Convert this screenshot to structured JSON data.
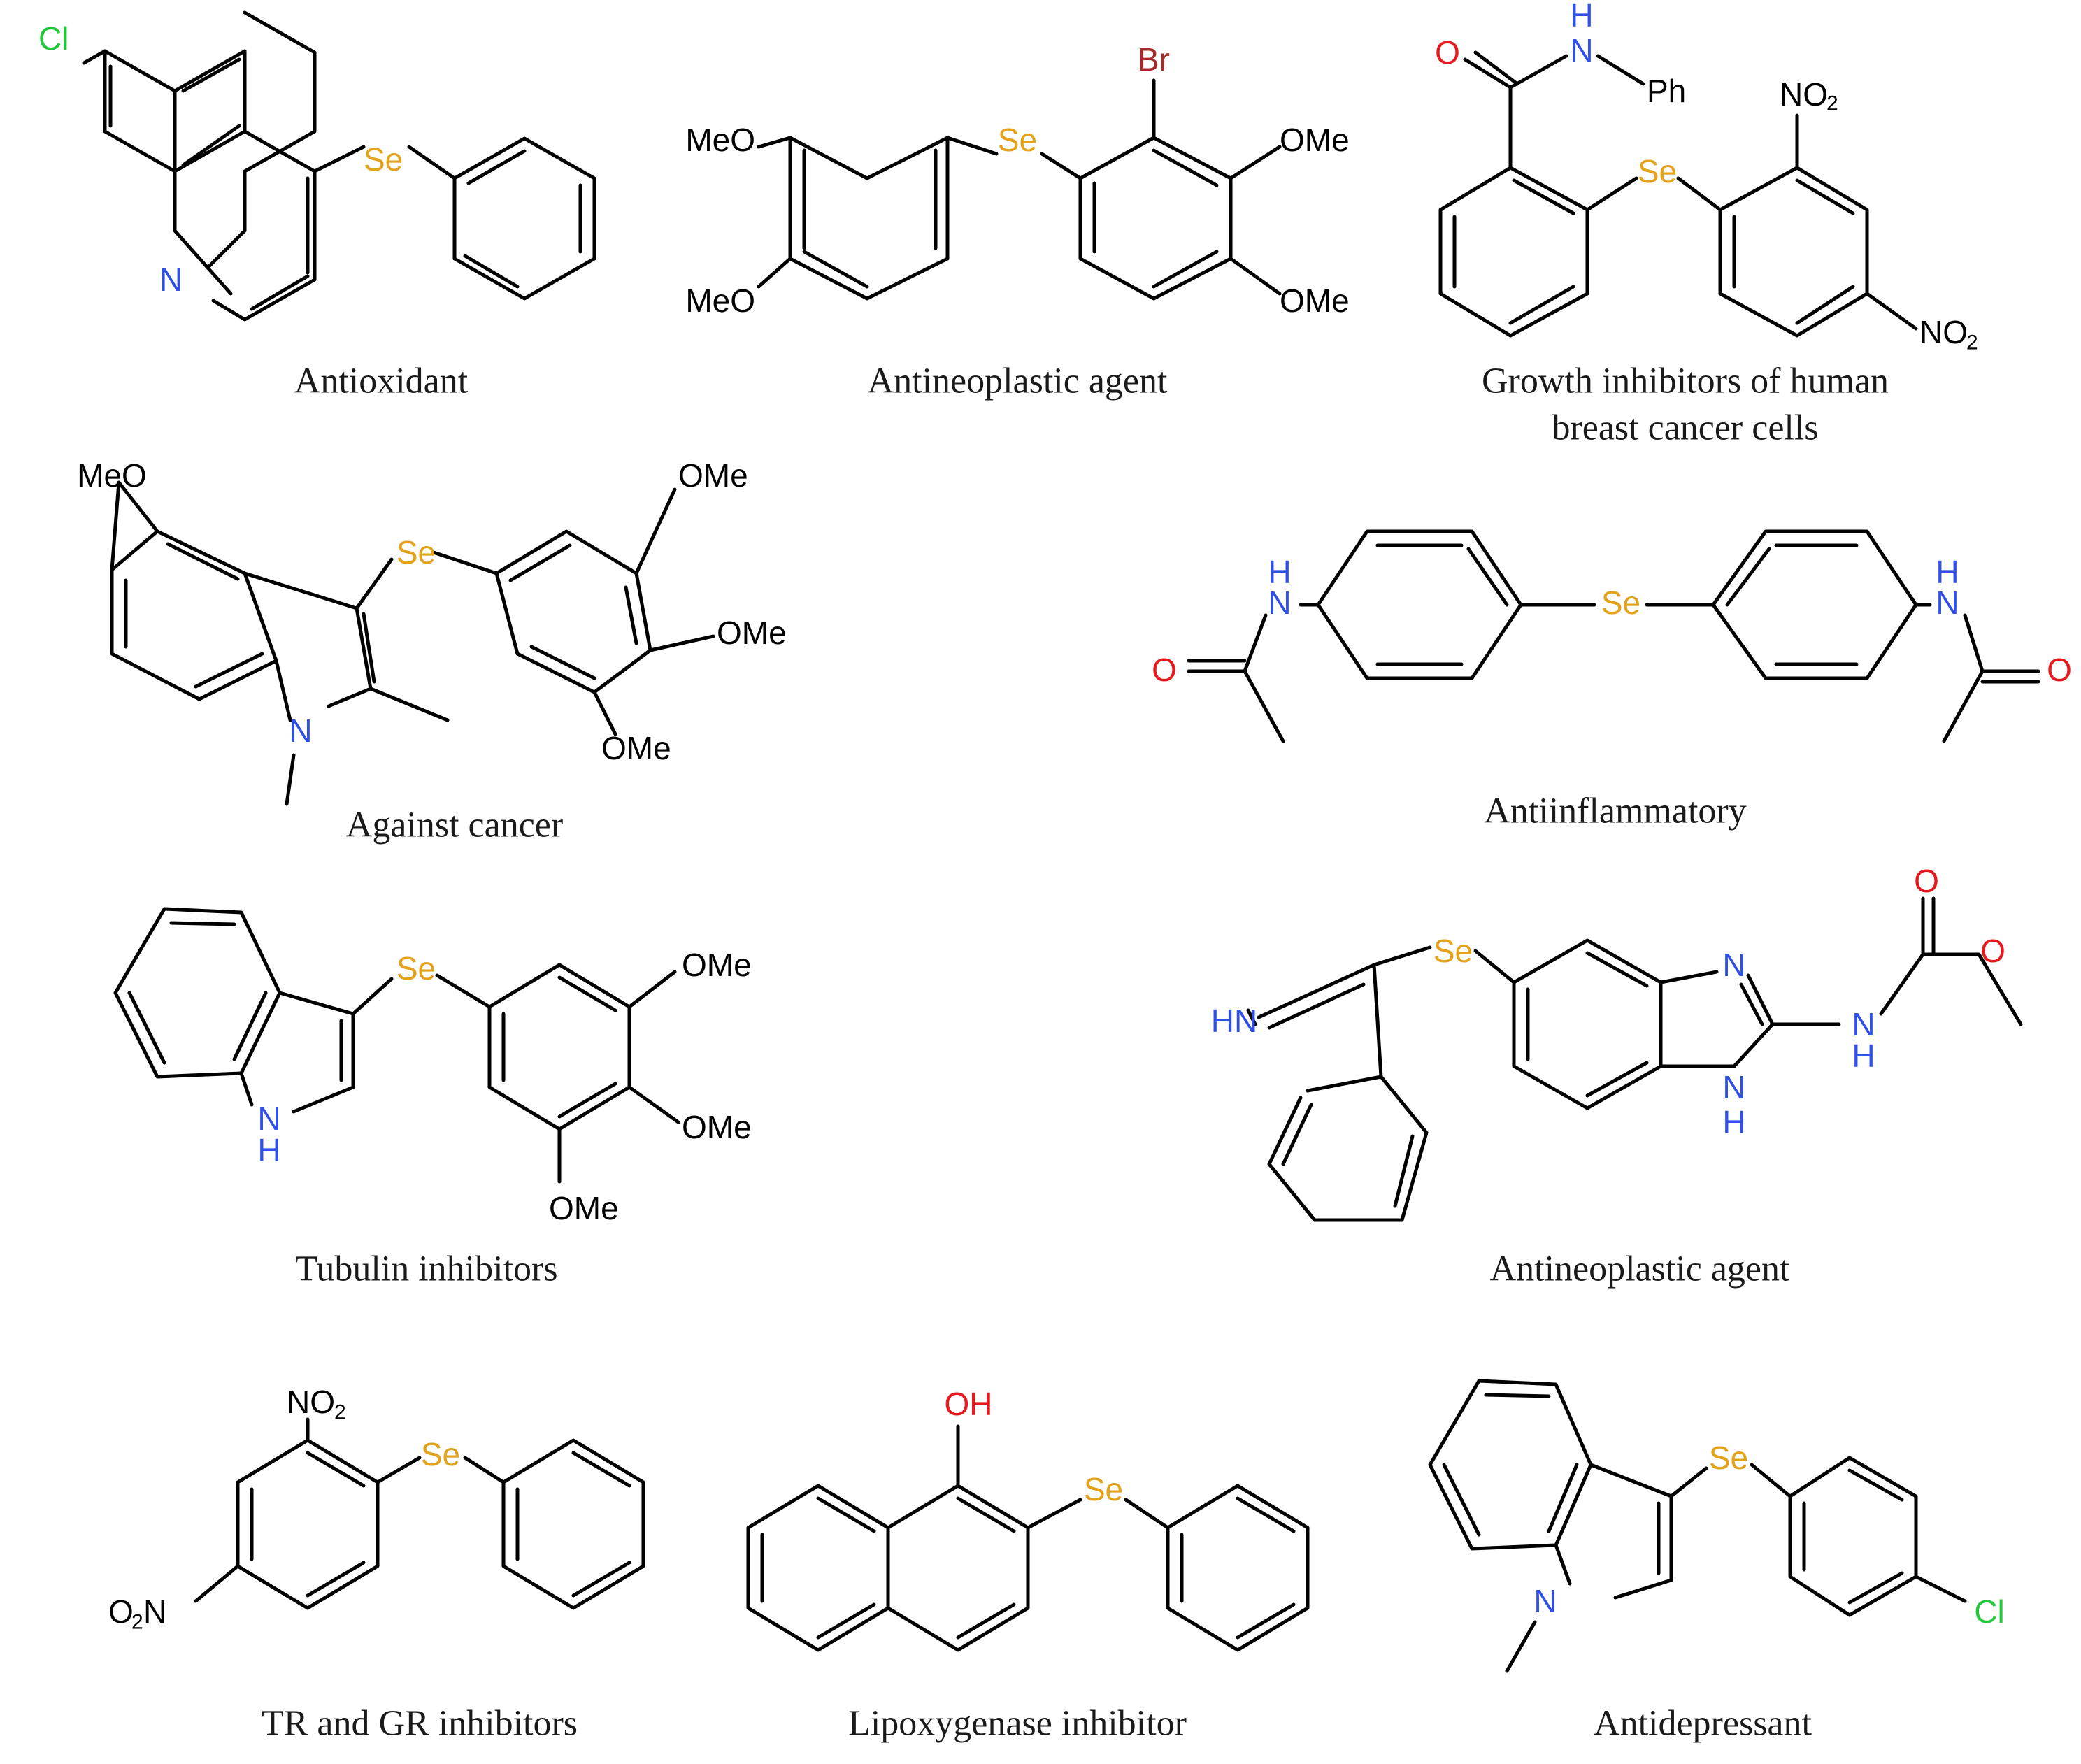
{
  "figure": {
    "colors": {
      "bond": "#000000",
      "selenium": "#E3A21A",
      "nitrogen": "#2F4FE6",
      "oxygen": "#E6191E",
      "chlorine": "#22C83A",
      "bromine": "#A52A2A",
      "carbon_label": "#000000"
    },
    "compounds": [
      {
        "id": "c1",
        "caption": "Antioxidant",
        "labels": {
          "cl": "Cl",
          "se": "Se",
          "n": "N"
        }
      },
      {
        "id": "c2",
        "caption": "Antineoplastic agent",
        "labels": {
          "br": "Br",
          "se": "Se",
          "ome1": "MeO",
          "ome2": "MeO",
          "ome3": "OMe",
          "ome4": "OMe"
        }
      },
      {
        "id": "c3",
        "caption_line1": "Growth inhibitors of human",
        "caption_line2": "breast cancer cells",
        "labels": {
          "o": "O",
          "h": "H",
          "n": "N",
          "ph": "Ph",
          "se": "Se",
          "no2a": "NO",
          "no2b": "NO",
          "sub2": "2"
        }
      },
      {
        "id": "c4",
        "caption": "Against cancer",
        "labels": {
          "meo": "MeO",
          "se": "Se",
          "ome1": "OMe",
          "ome2": "OMe",
          "ome3": "OMe",
          "n": "N"
        }
      },
      {
        "id": "c5",
        "caption": "Antiinflammatory",
        "labels": {
          "h": "H",
          "n": "N",
          "o": "O",
          "se": "Se"
        }
      },
      {
        "id": "c6",
        "caption": "Tubulin inhibitors",
        "labels": {
          "se": "Se",
          "ome1": "OMe",
          "ome2": "OMe",
          "ome3": "OMe",
          "n": "N",
          "h": "H"
        }
      },
      {
        "id": "c7",
        "caption": "Antineoplastic agent",
        "labels": {
          "se": "Se",
          "hn": "HN",
          "n": "N",
          "h": "H",
          "o": "O"
        }
      },
      {
        "id": "c8",
        "caption": "TR and GR inhibitors",
        "labels": {
          "no": "NO",
          "o2n_o": "O",
          "o2n_n": "N",
          "sub2": "2",
          "se": "Se"
        }
      },
      {
        "id": "c9",
        "caption": "Lipoxygenase inhibitor",
        "labels": {
          "oh": "OH",
          "se": "Se"
        }
      },
      {
        "id": "c10",
        "caption": "Antidepressant",
        "labels": {
          "se": "Se",
          "n": "N",
          "cl": "Cl"
        }
      }
    ]
  }
}
